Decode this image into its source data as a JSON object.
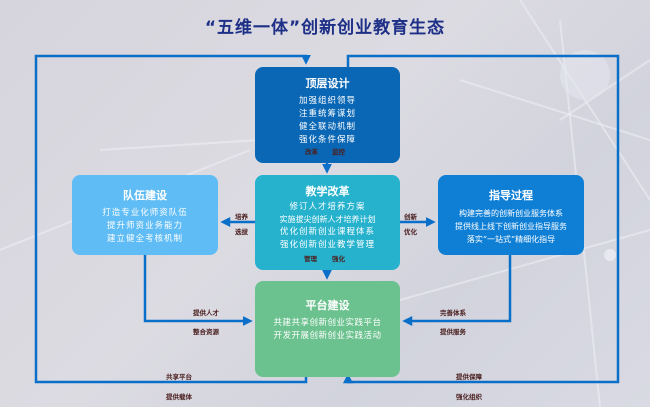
{
  "title": "“五维一体”创新创业教育生态",
  "colors": {
    "title": "#1d2f86",
    "arrow": "#0a6fc9",
    "top_box": "#0a67b5",
    "center_box": "#26b2cd",
    "left_box": "#5fbcf4",
    "right_box": "#0f7fd6",
    "bottom_box": "#6cc28f",
    "label_text": "#4a1f1f"
  },
  "nodes": {
    "top": {
      "title": "顶层设计",
      "lines": [
        "加强组织领导",
        "注重统筹谋划",
        "健全联动机制",
        "强化条件保障"
      ]
    },
    "center": {
      "title": "教学改革",
      "lines": [
        "修订人才培养方案",
        "实施拔尖创新人才培养计划",
        "优化创新创业课程体系",
        "强化创新创业教学管理"
      ]
    },
    "left": {
      "title": "队伍建设",
      "lines": [
        "打造专业化师资队伍",
        "提升师资业务能力",
        "建立健全考核机制"
      ]
    },
    "right": {
      "title": "指导过程",
      "lines": [
        "构建完善的创新创业服务体系",
        "提供线上线下创新创业指导服务",
        "落实“一站式”精细化指导"
      ]
    },
    "bottom": {
      "title": "平台建设",
      "lines": [
        "共建共享创新创业实践平台",
        "开发开展创新创业实践活动"
      ]
    }
  },
  "edge_labels": {
    "top_to_center": [
      "改革",
      "监控"
    ],
    "center_to_left": [
      "培养",
      "选拔"
    ],
    "center_to_right": [
      "创新",
      "优化"
    ],
    "center_to_bottom": [
      "管理",
      "强化"
    ],
    "left_to_bottom": [
      "提供人才",
      "整合资源"
    ],
    "right_to_bottom": [
      "完善体系",
      "提供服务"
    ],
    "bottom_to_top_left": [
      "共享平台",
      "提供载体"
    ],
    "top_to_bottom_right": [
      "提供保障",
      "强化组织"
    ]
  }
}
